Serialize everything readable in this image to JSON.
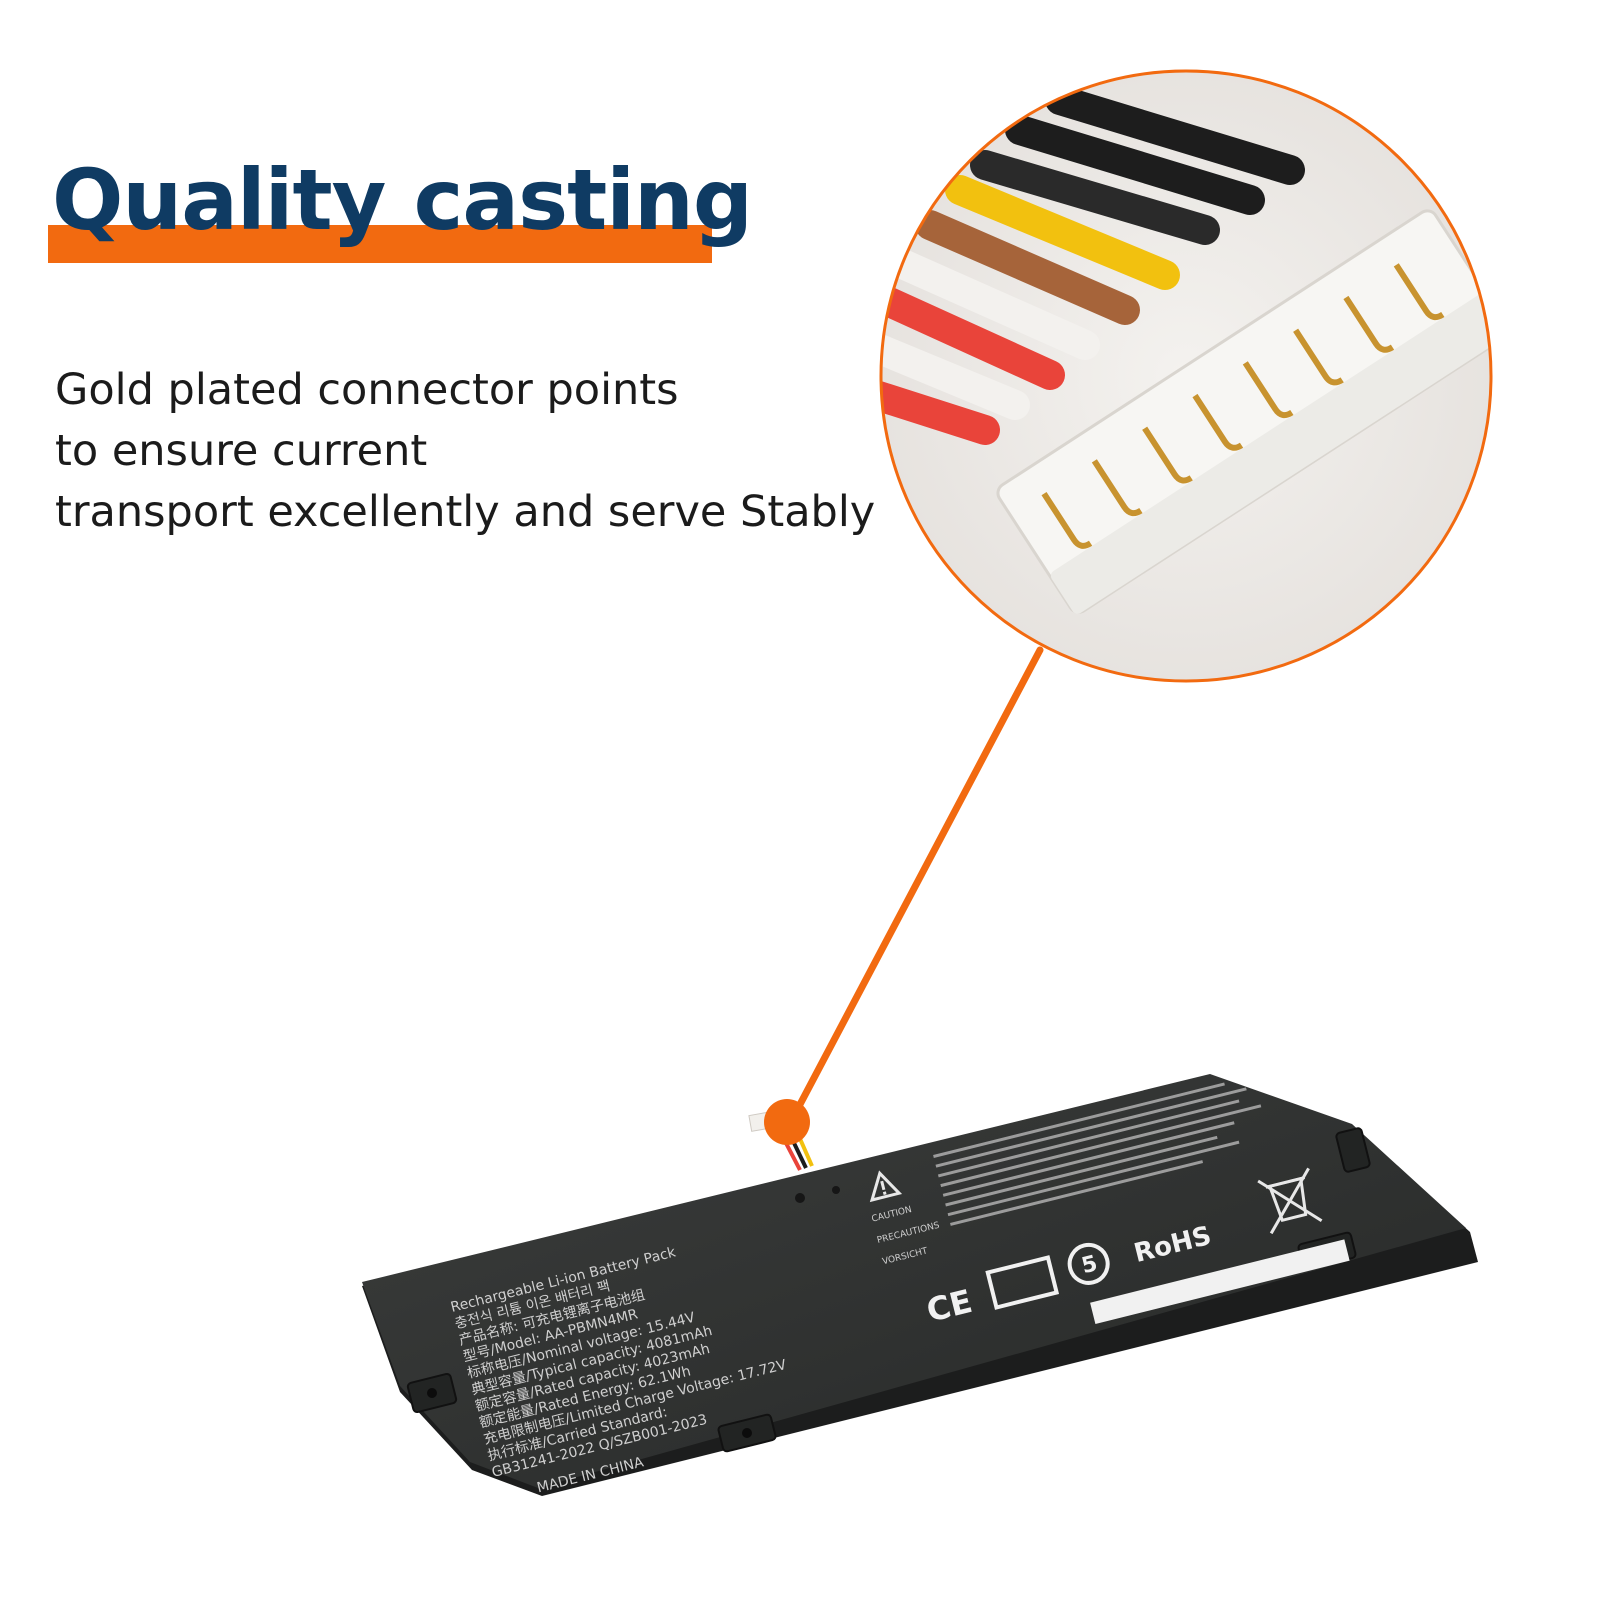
{
  "headline": {
    "text": "Quality casting"
  },
  "description": {
    "lines": [
      "Gold plated connector points",
      "to ensure current",
      "transport excellently and serve Stably"
    ]
  },
  "battery": {
    "label_lines": [
      "Rechargeable Li-ion Battery Pack",
      "충전식 리튬 이온 배터리 팩",
      "产品名称: 可充电锂离子电池组",
      "型号/Model: AA-PBMN4MR",
      "标称电压/Nominal voltage: 15.44V",
      "典型容量/Typical capacity: 4081mAh",
      "额定容量/Rated capacity: 4023mAh",
      "额定能量/Rated Energy: 62.1Wh",
      "充电限制电压/Limited Charge Voltage: 17.72V",
      "执行标准/Carried Standard:",
      "GB31241-2022 Q/SZB001-2023",
      "MADE IN CHINA"
    ],
    "warning_lines": [
      "CAUTION",
      "PRECAUTIONS",
      "VORSICHT"
    ],
    "marks": {
      "ce": "CE",
      "rohs": "RoHS",
      "recycle_number": "5"
    }
  },
  "colors": {
    "accent": "#f26a10",
    "headline": "#0f3b63",
    "body_text": "#1b1b1b",
    "battery_body": "#2f3130"
  },
  "icons": [
    "connector-zoom-icon",
    "warning-triangle-icon",
    "crossed-bin-icon",
    "recycle-icon",
    "ce-mark-icon"
  ]
}
